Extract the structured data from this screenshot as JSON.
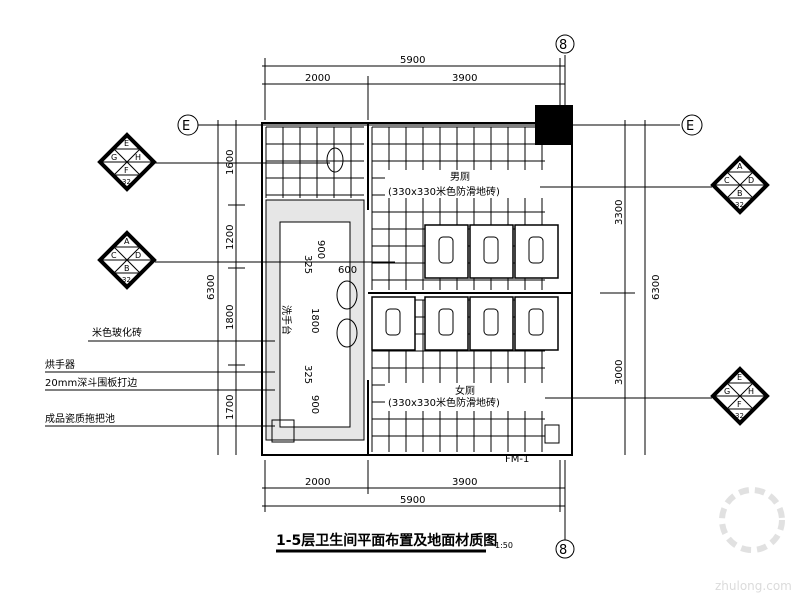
{
  "title": "1-5层卫生间平面布置及地面材质图",
  "scale": "1:50",
  "axes": {
    "top": "8",
    "bottom": "8",
    "left": "E",
    "right": "E"
  },
  "dimensions": {
    "top_total": "5900",
    "top_left": "2000",
    "top_right": "3900",
    "bottom_total": "5900",
    "bottom_left": "2000",
    "bottom_right": "3900",
    "left_total": "6300",
    "left_segments": [
      "1600",
      "1200",
      "1800",
      "1700"
    ],
    "right_total": "6300",
    "right_segments": [
      "3300",
      "3000"
    ],
    "inner": [
      "900",
      "325",
      "600",
      "1800",
      "325",
      "900"
    ]
  },
  "rooms": {
    "mens_name": "男厕",
    "mens_floor": "(330x330米色防滑地砖)",
    "womens_name": "女厕",
    "womens_floor": "(330x330米色防滑地砖)",
    "vanity": "洗手台"
  },
  "callouts": [
    "米色玻化砖",
    "烘手器",
    "20mm深斗围板打边",
    "成品瓷质拖把池"
  ],
  "markers": [
    {
      "top": "E",
      "left": "G",
      "right": "H",
      "bottom": "F",
      "sheet": "32"
    },
    {
      "top": "A",
      "left": "C",
      "right": "D",
      "bottom": "B",
      "sheet": "32"
    },
    {
      "top": "A",
      "left": "C",
      "right": "D",
      "bottom": "B",
      "sheet": "32"
    },
    {
      "top": "E",
      "left": "G",
      "right": "H",
      "bottom": "F",
      "sheet": "32"
    }
  ],
  "door_tag": "FM-1",
  "watermark": "zhulong.com"
}
